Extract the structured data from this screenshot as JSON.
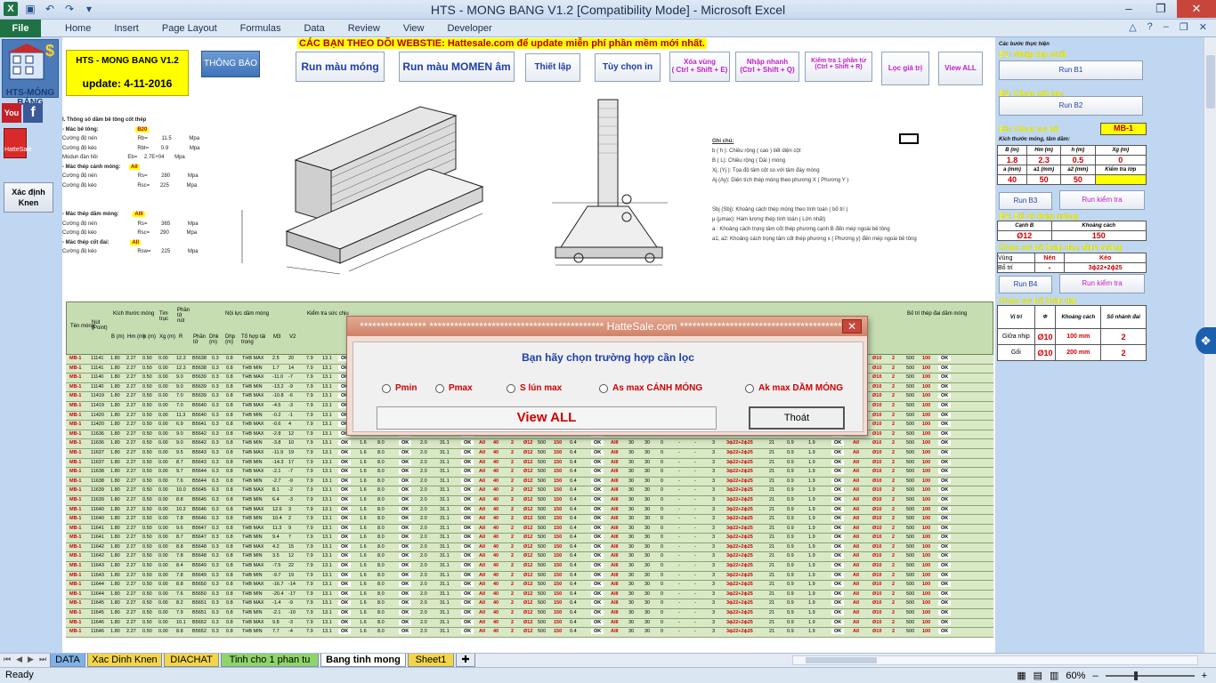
{
  "window": {
    "title": "HTS - MONG BANG V1.2  [Compatibility Mode]  -  Microsoft Excel"
  },
  "ribbon": {
    "file": "File",
    "tabs": [
      "Home",
      "Insert",
      "Page Layout",
      "Formulas",
      "Data",
      "Review",
      "View",
      "Developer"
    ]
  },
  "left": {
    "logo_text": "HTS-MÓNG BĂNG",
    "youtube": "You Tube",
    "hattesale": "HatteSale",
    "xac_dinh": "Xác định Knen"
  },
  "header": {
    "title": "HTS - MONG BANG V1.2",
    "update": "update: 4-11-2016",
    "notice": "CÁC BẠN THEO DÕI WEBSTIE: Hattesale.com để update miễn phí phần mềm mới nhất.",
    "thong_bao": "THÔNG BÁO"
  },
  "toolbar": {
    "run_mau_mong": "Run màu móng",
    "run_mau_momen": "Run màu MOMEN âm",
    "thiet_lap": "Thiết lập",
    "tuy_chon_in": "Tùy chọn in",
    "xoa_vung": "Xóa vùng",
    "xoa_vung_key": "( Ctrl + Shift + E)",
    "nhap_nhanh": "Nhập nhanh",
    "nhap_nhanh_key": "(Ctrl + Shift + Q)",
    "kiem_tra": "Kiểm tra 1 phần tử",
    "kiem_tra_key": "(Ctrl + Shift + R)",
    "loc_gia_tri": "Lọc giá trị",
    "view_all": "View ALL"
  },
  "spec": {
    "title": "I. Thông số dầm bê tông cốt thép",
    "mac_be_tong": "- Mác bê tông:",
    "mac_be_tong_v": "B20",
    "cd_nen": "Cường độ nén",
    "rb": "Rb=",
    "rb_v": "11.5",
    "mpa": "Mpa",
    "cd_keo": "Cường độ kéo",
    "rbt": "Rbt=",
    "rbt_v": "0.9",
    "modun": "Modun đàn hồi",
    "eb": "Eb=",
    "eb_v": "2.7E+04",
    "mac_thep_canh": "- Mác thép cánh móng:",
    "aii": "AII",
    "rs": "Rs=",
    "rs_v": "280",
    "rsc": "Rsc=",
    "rsc_v": "225",
    "mac_thep_dam": "- Mác thép dầm móng:",
    "aiii": "AIII",
    "rs2_v": "365",
    "rsc2_v": "290",
    "mac_thep_dai": "- Mác thép cốt đai:",
    "rsw": "Rsw=",
    "rsw_v": "225"
  },
  "notes": {
    "title": "Ghi chú:",
    "lines": [
      "b ( h ): Chiều rộng ( cao ) tiết diện cột",
      "B ( L): Chiều rộng ( Dài ) móng",
      "Xj, (Yj ): Tọa độ tâm cột so với tâm đáy móng",
      "Aj (Ay): Diện tích thép móng theo phương X ( Phương Y )",
      "",
      "Sbj (Sbj): Khoảng cách thép móng theo tính toán ( bố trí )",
      "μ (μmax): Hàm lượng thép tính toán ( Lớn nhất)",
      "a : Khoảng cách trọng tâm cốt thép phương cạnh B đến mép ngoài bê tông",
      "a1, a2: Khoảng cách trọng tâm cốt thép phương x ( Phương y) đến mép ngoài bê tông"
    ]
  },
  "right": {
    "cac_buoc": "Các bước thực hiện",
    "b1": "B1: Nhập địa chất",
    "run_b1": "Run B1",
    "b2": "B2: Chọn nội lực",
    "run_b2": "Run B2",
    "b3": "B3: Chọn sơ bộ",
    "mb1": "MB-1",
    "kich_thuoc": "Kích thước móng, tâm dầm:",
    "h_b": "B (m)",
    "h_hm": "Hm (m)",
    "h_h": "h (m)",
    "h_xg": "Xg (m)",
    "v_b": "1.8",
    "v_hm": "2.3",
    "v_h": "0.5",
    "v_xg": "0",
    "h_a": "a (mm)",
    "h_a1": "a1 (mm)",
    "h_a2": "a2 (mm)",
    "h_kt": "Kiểm tra lớp",
    "v_a": "40",
    "v_a1": "50",
    "v_a2": "50",
    "run_b3": "Run B3",
    "run_kiem_tra": "Run kiểm tra",
    "b4": "B4: Bố trí thép móng",
    "canh_b": "Cạnh B",
    "khoang_cach": "Khoảng cách",
    "v_phi": "Ø12",
    "v_kc": "150",
    "chon_doc": "Chọn sơ bộ thép dọc dầm móng",
    "vung": "Vùng",
    "nen": "Nén",
    "keo": "Kéo",
    "bo_tri": "Bố trí",
    "dash": "-",
    "v_keo": "3ϕ22+2ϕ25",
    "run_b4": "Run B4",
    "run_kiem_tra2": "Run kiểm tra",
    "chon_dai": "Chọn sơ bộ thép đai",
    "vi_tri": "Vị trí",
    "phi": "Φ",
    "kc": "Khoảng cách",
    "so_nhanh": "Số nhánh đai",
    "giua": "Giữa nhịp",
    "goi": "Gối",
    "d1_phi": "Ø10",
    "d1_kc": "100 mm",
    "d1_n": "2",
    "d2_phi": "Ø10",
    "d2_kc": "200 mm",
    "d2_n": "2"
  },
  "grid": {
    "headers": [
      "Tên móng",
      "Nút (Point)",
      "Kích thước móng",
      "Tim trục",
      "Phần tử nút",
      "Nội lực dầm móng",
      "Kiểm tra sức chịu",
      "Bố trí thép đai dầm móng"
    ],
    "sub_headers": [
      "B (m)",
      "Hm (m)",
      "h (m)",
      "Xg (m)",
      "R",
      "Phần tử",
      "Dhk (m)",
      "Dhp (m)",
      "Tổ hợp tải trọng",
      "M3",
      "V2"
    ],
    "rows": [
      [
        "MB-1",
        "11141",
        "1.80",
        "2.27",
        "0.50",
        "0.00",
        "12.3",
        "B5638",
        "0.3",
        "0.8",
        "THB MAX",
        "2.5",
        "20"
      ],
      [
        "MB-1",
        "11141",
        "1.80",
        "2.27",
        "0.50",
        "0.00",
        "12.3",
        "B5638",
        "0.3",
        "0.8",
        "THB MIN",
        "1.7",
        "14"
      ],
      [
        "MB-1",
        "11140",
        "1.80",
        "2.27",
        "0.50",
        "0.00",
        "9.0",
        "B5639",
        "0.3",
        "0.8",
        "THB MAX",
        "-11.0",
        "-7"
      ],
      [
        "MB-1",
        "11140",
        "1.80",
        "2.27",
        "0.50",
        "0.00",
        "9.0",
        "B5639",
        "0.3",
        "0.8",
        "THB MIN",
        "-13.2",
        "-9"
      ],
      [
        "MB-1",
        "11419",
        "1.80",
        "2.27",
        "0.50",
        "0.00",
        "7.0",
        "B5639",
        "0.3",
        "0.8",
        "THB MAX",
        "-10.8",
        "-6"
      ],
      [
        "MB-1",
        "11419",
        "1.80",
        "2.27",
        "0.50",
        "0.00",
        "7.0",
        "B5640",
        "0.3",
        "0.8",
        "THB MAX",
        "-4.5",
        "-3"
      ],
      [
        "MB-1",
        "11420",
        "1.80",
        "2.27",
        "0.50",
        "0.00",
        "11.3",
        "B5640",
        "0.3",
        "0.8",
        "THB MIN",
        "-0.2",
        "-1"
      ],
      [
        "MB-1",
        "11420",
        "1.80",
        "2.27",
        "0.50",
        "0.00",
        "6.9",
        "B5641",
        "0.3",
        "0.8",
        "THB MAX",
        "-0.6",
        "4"
      ],
      [
        "MB-1",
        "11636",
        "1.80",
        "2.27",
        "0.50",
        "0.00",
        "9.0",
        "B5642",
        "0.3",
        "0.8",
        "THB MAX",
        "-2.8",
        "12"
      ],
      [
        "MB-1",
        "11636",
        "1.80",
        "2.27",
        "0.50",
        "0.00",
        "9.0",
        "B5642",
        "0.3",
        "0.8",
        "THB MIN",
        "-3.8",
        "10"
      ],
      [
        "MB-1",
        "11637",
        "1.80",
        "2.27",
        "0.50",
        "0.00",
        "9.5",
        "B5643",
        "0.3",
        "0.8",
        "THB MAX",
        "-11.9",
        "19"
      ],
      [
        "MB-1",
        "11637",
        "1.80",
        "2.27",
        "0.50",
        "0.00",
        "8.7",
        "B5643",
        "0.3",
        "0.8",
        "THB MIN",
        "-14.3",
        "17"
      ],
      [
        "MB-1",
        "11638",
        "1.80",
        "2.27",
        "0.50",
        "0.00",
        "9.7",
        "B5644",
        "0.3",
        "0.8",
        "THB MAX",
        "-2.1",
        "-7"
      ],
      [
        "MB-1",
        "11638",
        "1.80",
        "2.27",
        "0.50",
        "0.00",
        "7.6",
        "B5644",
        "0.3",
        "0.8",
        "THB MIN",
        "-2.7",
        "-9"
      ],
      [
        "MB-1",
        "11639",
        "1.80",
        "2.27",
        "0.50",
        "0.00",
        "10.0",
        "B5645",
        "0.3",
        "0.8",
        "THB MAX",
        "8.1",
        "-2"
      ],
      [
        "MB-1",
        "11639",
        "1.80",
        "2.27",
        "0.50",
        "0.00",
        "8.8",
        "B5645",
        "0.3",
        "0.8",
        "THB MIN",
        "6.4",
        "-3"
      ],
      [
        "MB-1",
        "11640",
        "1.80",
        "2.27",
        "0.50",
        "0.00",
        "10.2",
        "B5646",
        "0.3",
        "0.8",
        "THB MAX",
        "12.6",
        "3"
      ],
      [
        "MB-1",
        "11640",
        "1.80",
        "2.27",
        "0.50",
        "0.00",
        "7.8",
        "B5646",
        "0.3",
        "0.8",
        "THB MIN",
        "10.4",
        "2"
      ],
      [
        "MB-1",
        "11641",
        "1.80",
        "2.27",
        "0.50",
        "0.00",
        "9.6",
        "B5647",
        "0.3",
        "0.8",
        "THB MAX",
        "11.3",
        "9"
      ],
      [
        "MB-1",
        "11641",
        "1.80",
        "2.27",
        "0.50",
        "0.00",
        "8.7",
        "B5647",
        "0.3",
        "0.8",
        "THB MIN",
        "9.4",
        "7"
      ],
      [
        "MB-1",
        "11642",
        "1.80",
        "2.27",
        "0.50",
        "0.00",
        "8.8",
        "B5648",
        "0.3",
        "0.8",
        "THB MAX",
        "4.2",
        "15"
      ],
      [
        "MB-1",
        "11642",
        "1.80",
        "2.27",
        "0.50",
        "0.00",
        "7.8",
        "B5648",
        "0.3",
        "0.8",
        "THB MIN",
        "3.5",
        "12"
      ],
      [
        "MB-1",
        "11643",
        "1.80",
        "2.27",
        "0.50",
        "0.00",
        "8.4",
        "B5649",
        "0.3",
        "0.8",
        "THB MAX",
        "-7.5",
        "22"
      ],
      [
        "MB-1",
        "11643",
        "1.80",
        "2.27",
        "0.50",
        "0.00",
        "7.8",
        "B5649",
        "0.3",
        "0.8",
        "THB MIN",
        "-9.7",
        "19"
      ],
      [
        "MB-1",
        "11644",
        "1.80",
        "2.27",
        "0.50",
        "0.00",
        "8.8",
        "B5650",
        "0.3",
        "0.8",
        "THB MAX",
        "-16.7",
        "-14"
      ],
      [
        "MB-1",
        "11644",
        "1.80",
        "2.27",
        "0.50",
        "0.00",
        "7.6",
        "B5650",
        "0.3",
        "0.8",
        "THB MIN",
        "-20.4",
        "-17"
      ],
      [
        "MB-1",
        "11645",
        "1.80",
        "2.27",
        "0.50",
        "0.00",
        "8.2",
        "B5651",
        "0.3",
        "0.8",
        "THB MAX",
        "-1.4",
        "-9"
      ],
      [
        "MB-1",
        "11645",
        "1.80",
        "2.27",
        "0.50",
        "0.00",
        "7.9",
        "B5651",
        "0.3",
        "0.8",
        "THB MIN",
        "-2.1",
        "-10"
      ],
      [
        "MB-1",
        "11646",
        "1.80",
        "2.27",
        "0.50",
        "0.00",
        "10.1",
        "B5652",
        "0.3",
        "0.8",
        "THB MAX",
        "9.8",
        "-3"
      ],
      [
        "MB-1",
        "11646",
        "1.80",
        "2.27",
        "0.50",
        "0.00",
        "8.8",
        "B5652",
        "0.3",
        "0.8",
        "THB MIN",
        "7.7",
        "-4"
      ]
    ],
    "check": [
      "7.9",
      "13.1",
      "OK",
      "1.6",
      "8.0",
      "OK",
      "2.0",
      "31.1",
      "OK",
      "AII",
      "40",
      "2",
      "Ø12",
      "500",
      "150",
      "0.4",
      "OK",
      "AIII",
      "30",
      "30",
      "0",
      "-",
      "-",
      "3",
      "3ϕ22+2ϕ25",
      "21",
      "0.9",
      "1.9",
      "OK",
      "AII",
      "Ø10",
      "2",
      "500",
      "100",
      "OK"
    ]
  },
  "dialog": {
    "title": "****************  ******************************************  HatteSale.com  ******************************************",
    "close": "✕",
    "question": "Bạn hãy chọn trường hợp cần lọc",
    "options": [
      "Pmin",
      "Pmax",
      "S lún max",
      "As max CÁNH MÓNG",
      "Ak max DẦM MÓNG"
    ],
    "view_all": "View ALL",
    "thoat": "Thoát"
  },
  "sheets": {
    "tabs": [
      "DATA",
      "Xac Dinh Knen",
      "DIACHAT",
      "Tinh cho 1 phan tu",
      "Bang tinh mong",
      "Sheet1"
    ],
    "colors": [
      "#7fb2e6",
      "#f3d54a",
      "#f3d54a",
      "#8fd46b",
      "#ffffff",
      "#f3d54a"
    ]
  },
  "status": {
    "ready": "Ready",
    "zoom": "60%"
  }
}
